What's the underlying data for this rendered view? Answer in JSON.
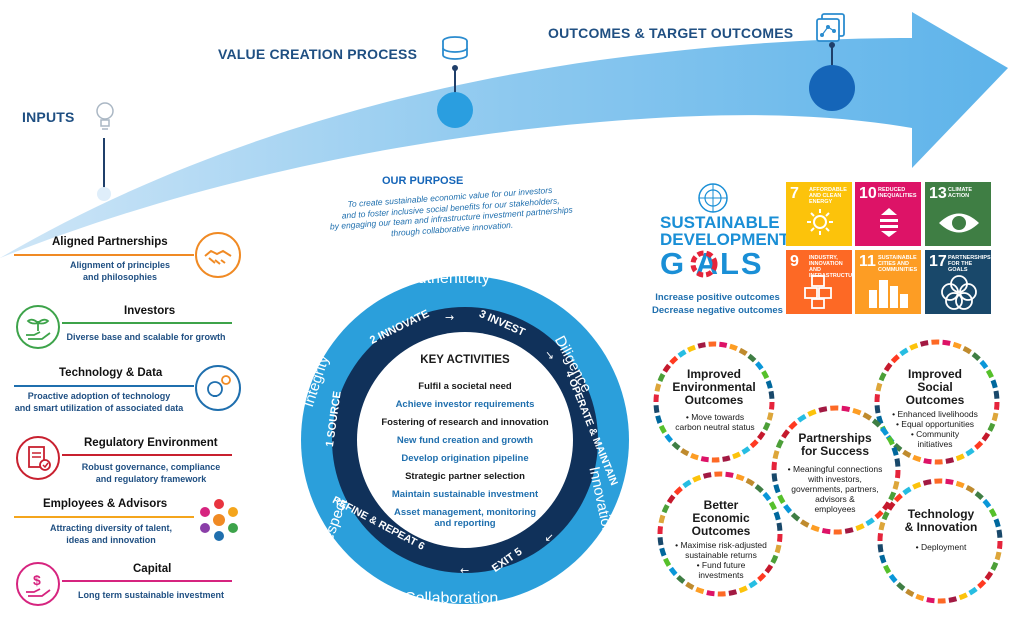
{
  "stages": {
    "inputs": "INPUTS",
    "value_creation": "VALUE CREATION PROCESS",
    "outcomes": "OUTCOMES & TARGET OUTCOMES"
  },
  "purpose": {
    "title": "OUR PURPOSE",
    "line1": "To create sustainable economic value for our investors",
    "line2": "and to foster inclusive social benefits for our stakeholders,",
    "line3": "by engaging our team and infrastructure investment partnerships",
    "line4": "through collaborative innovation."
  },
  "inputs": [
    {
      "title": "Aligned Partnerships",
      "desc1": "Alignment of principles",
      "desc2": "and philosophies",
      "color": "#f08a24"
    },
    {
      "title": "Investors",
      "desc1": "Diverse base and scalable for growth",
      "desc2": "",
      "color": "#3da34a"
    },
    {
      "title": "Technology & Data",
      "desc1": "Proactive adoption of technology",
      "desc2": "and smart utilization of associated data",
      "color": "#1f6fae"
    },
    {
      "title": "Regulatory Environment",
      "desc1": "Robust governance, compliance",
      "desc2": "and regulatory framework",
      "color": "#c8202f"
    },
    {
      "title": "Employees & Advisors",
      "desc1": "Attracting diversity of talent,",
      "desc2": "ideas and innovation",
      "color": "#f4a51c"
    },
    {
      "title": "Capital",
      "desc1": "Long term sustainable investment",
      "desc2": "",
      "color": "#d6247f"
    }
  ],
  "values": {
    "top": "Authenticity",
    "right_top": "Diligence",
    "right_bottom": "Innovation",
    "bottom": "Collaboration",
    "left_bottom": "Respect",
    "left_top": "Integrity"
  },
  "cycle": {
    "s1": "1  SOURCE",
    "s2": "2  INNOVATE",
    "s3": "3  INVEST",
    "s4": "4  OPERATE & MAINTAIN",
    "s5": "EXIT  5",
    "s6": "REFINE & REPEAT  6"
  },
  "key_activities": {
    "title": "KEY ACTIVITIES",
    "items": [
      {
        "text": "Fulfil a societal need",
        "color": "#1a1a1a"
      },
      {
        "text": "Achieve investor requirements",
        "color": "#1f6fae"
      },
      {
        "text": "Fostering of research and innovation",
        "color": "#1a1a1a"
      },
      {
        "text": "New fund creation and growth",
        "color": "#1f6fae"
      },
      {
        "text": "Develop origination pipeline",
        "color": "#1f6fae"
      },
      {
        "text": "Strategic partner selection",
        "color": "#1a1a1a"
      },
      {
        "text": "Maintain sustainable investment",
        "color": "#1f6fae"
      },
      {
        "text": "Asset management, monitoring",
        "color": "#1f6fae"
      },
      {
        "text": "and reporting",
        "color": "#1f6fae"
      }
    ]
  },
  "sdg": {
    "logo1": "SUSTAINABLE",
    "logo2": "DEVELOPMENT",
    "logo3": "G  ALS",
    "line1": "Increase positive outcomes",
    "line2": "Decrease negative outcomes",
    "tiles": [
      {
        "num": "7",
        "label": "AFFORDABLE AND CLEAN ENERGY",
        "color": "#fcc30b"
      },
      {
        "num": "10",
        "label": "REDUCED INEQUALITIES",
        "color": "#dd1367"
      },
      {
        "num": "13",
        "label": "CLIMATE ACTION",
        "color": "#3f7e44"
      },
      {
        "num": "9",
        "label": "INDUSTRY, INNOVATION AND INFRASTRUCTURE",
        "color": "#fd6925"
      },
      {
        "num": "11",
        "label": "SUSTAINABLE CITIES AND COMMUNITIES",
        "color": "#fd9d24"
      },
      {
        "num": "17",
        "label": "PARTNERSHIPS FOR THE GOALS",
        "color": "#19486a"
      }
    ]
  },
  "outcomes": {
    "environmental": {
      "t1": "Improved",
      "t2": "Environmental",
      "t3": "Outcomes",
      "i1": "• Move towards",
      "i2": "carbon neutral status"
    },
    "social": {
      "t1": "Improved",
      "t2": "Social",
      "t3": "Outcomes",
      "i1": "• Enhanced livelihoods",
      "i2": "• Equal opportunities",
      "i3": "• Community",
      "i4": "initiatives"
    },
    "partnerships": {
      "t1": "Partnerships",
      "t2": "for Success",
      "i1": "• Meaningful connections",
      "i2": "with investors,",
      "i3": "governments, partners,",
      "i4": "advisors &",
      "i5": "employees"
    },
    "economic": {
      "t1": "Better",
      "t2": "Economic",
      "t3": "Outcomes",
      "i1": "• Maximise risk-adjusted",
      "i2": "sustainable returns",
      "i3": "• Fund future",
      "i4": "investments"
    },
    "technology": {
      "t1": "Technology",
      "t2": "& Innovation",
      "i1": "• Deployment"
    }
  }
}
